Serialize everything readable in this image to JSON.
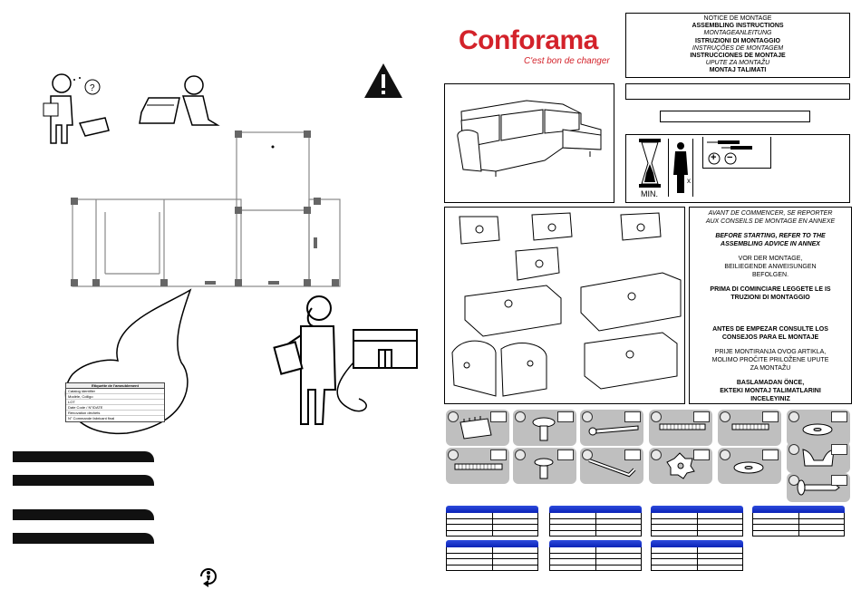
{
  "brand": {
    "name": "Conforama",
    "tagline": "C'est bon de changer",
    "color": "#d3222a"
  },
  "notice_titles": [
    {
      "text": "NOTICE DE MONTAGE",
      "style": "normal"
    },
    {
      "text": "ASSEMBLING INSTRUCTIONS",
      "style": "bold"
    },
    {
      "text": "MONTAGEANLEITUNG",
      "style": "italic"
    },
    {
      "text": "ISTRUZIONI DI MONTAGGIO",
      "style": "bold"
    },
    {
      "text": "INSTRUÇÕES DE MONTAGEM",
      "style": "italic"
    },
    {
      "text": "INSTRUCCIONES DE MONTAJE",
      "style": "bold"
    },
    {
      "text": "UPUTE ZA MONTAŽU",
      "style": "italic"
    },
    {
      "text": "MONTAJ TALIMATI",
      "style": "bold"
    }
  ],
  "warnings": [
    {
      "lines": [
        "AVANT DE COMMENCER, SE REPORTER",
        "AUX CONSEILS DE MONTAGE  EN ANNEXE"
      ],
      "style": "italic"
    },
    {
      "lines": [
        "BEFORE STARTING, REFER TO THE",
        "ASSEMBLING ADVICE IN ANNEX"
      ],
      "style": "bold-italic"
    },
    {
      "lines": [
        "VOR DER MONTAGE,",
        "BEILIEGENDE ANWEISUNGEN",
        "BEFOLGEN."
      ],
      "style": "normal"
    },
    {
      "lines": [
        "PRIMA DI COMINCIARE LEGGETE LE IS",
        "TRUZIONI DI MONTAGGIO"
      ],
      "style": "bold"
    },
    {
      "lines": [
        "ANTES DE EMPEZAR CONSULTE LOS",
        "CONSEJOS PARA EL MONTAJE"
      ],
      "style": "bold"
    },
    {
      "lines": [
        "PRIJE MONTIRANJA OVOG ARTIKLA,",
        "MOLIMO PROČITE PRILOŽENE UPUTE",
        "ZA MONTAŽU"
      ],
      "style": "normal"
    },
    {
      "lines": [
        "BASLAMADAN ÖNCE,",
        "EKTEKI MONTAJ TALIMATLARINI",
        "INCELEYINIZ"
      ],
      "style": "bold"
    }
  ],
  "info_panel": {
    "time_label": "MIN.",
    "persons_mark": "x",
    "plus": "+",
    "minus": "−"
  },
  "label_card": {
    "title": "Etiquette de l'ameublement",
    "rows": [
      "Catalog identifier",
      "Modèle, Colligo",
      "LOT",
      "Date Code / N°/DATE",
      "Rénovation déchets",
      "N° Commande fabricant final"
    ]
  },
  "icons": {
    "warning": "warning-triangle-icon",
    "recycle": "recycle-triman-icon",
    "hourglass": "hourglass-icon",
    "person": "person-icon",
    "screwdriver": "screwdriver-icon"
  },
  "hardware_parts": [
    "connector-block",
    "cam-bolt",
    "long-screw",
    "threaded-rod",
    "threaded-rod-short",
    "washer",
    "threaded-rod-long",
    "barrel-nut",
    "allen-key",
    "star-knob",
    "flat-washer",
    "wing-nut",
    "screw"
  ],
  "parts_tables_count": 7,
  "colors": {
    "table_header": "#1a33cc",
    "parts_bg": "#bfbfbf",
    "black_bar": "#111111"
  }
}
